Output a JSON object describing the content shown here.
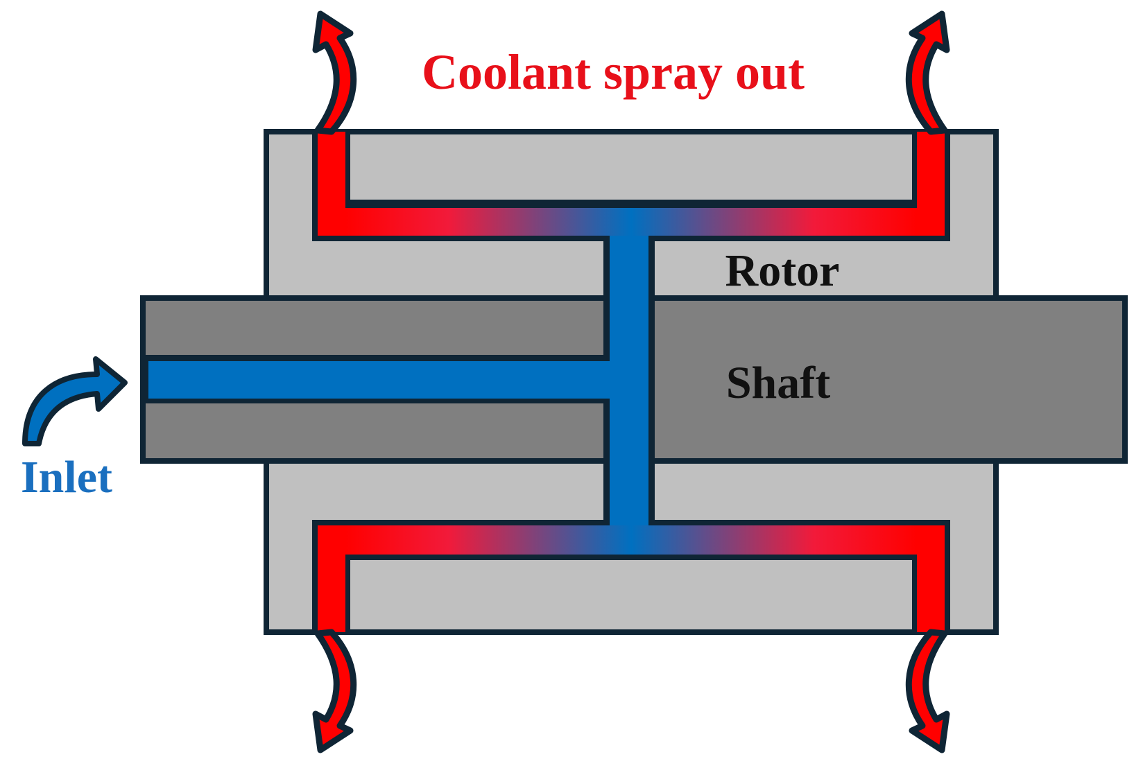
{
  "labels": {
    "coolant": "Coolant spray out",
    "rotor": "Rotor",
    "shaft": "Shaft",
    "inlet": "Inlet"
  },
  "colors": {
    "outline": "#0f2535",
    "rotor_fill": "#c0c0c0",
    "shaft_fill": "#808080",
    "coolant_blue": "#0070c0",
    "coolant_hot": "#ff0000",
    "coolant_label": "#e8101a",
    "inlet_label": "#1a6fbf"
  },
  "icons": {
    "inlet_arrow": "curved-arrow-right",
    "spray_arrows": "curved-arrow-outward"
  }
}
